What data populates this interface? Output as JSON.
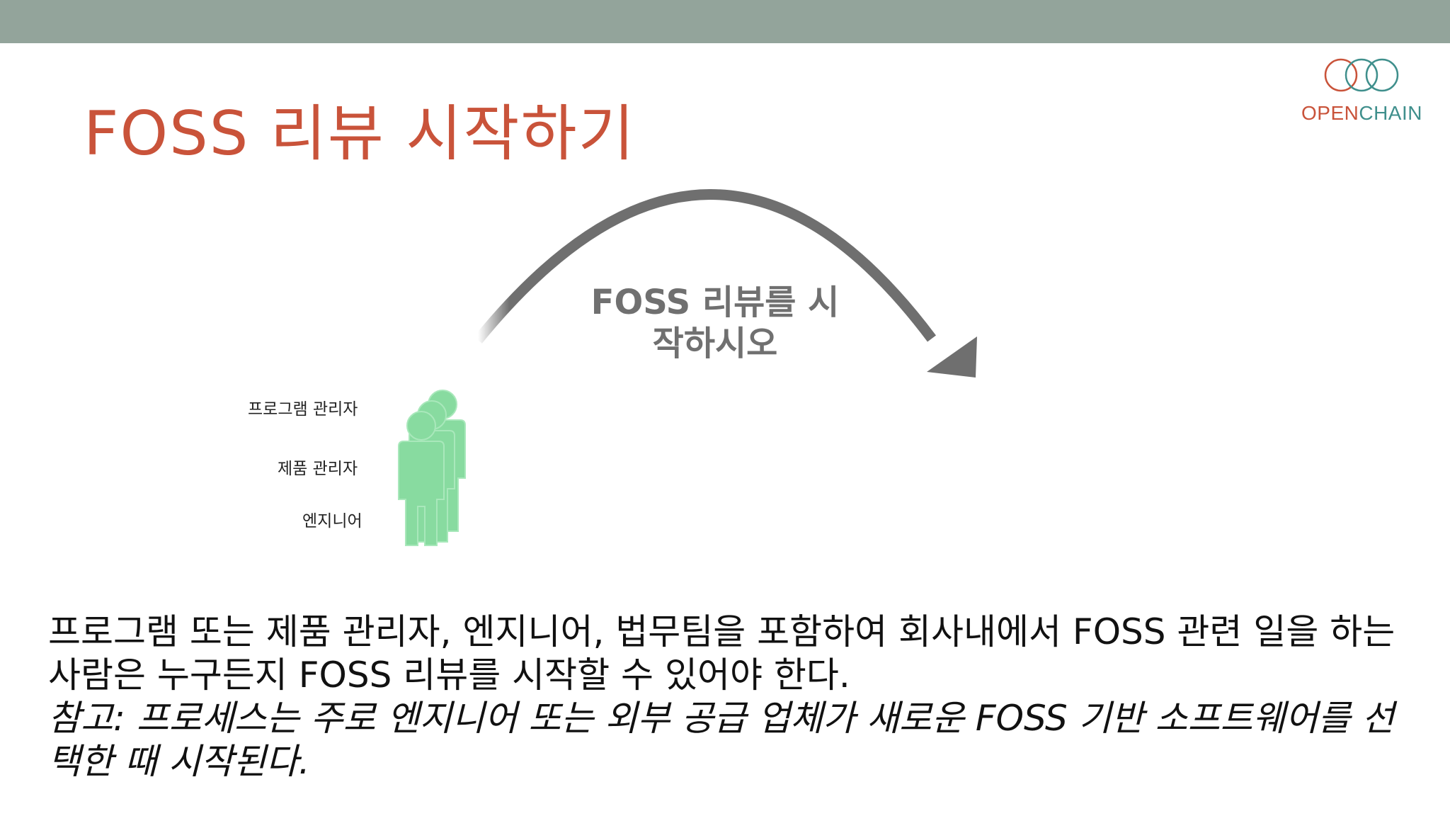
{
  "slide": {
    "title": "FOSS 리뷰 시작하기",
    "logo_text_open": "OPEN",
    "logo_text_chain": "CHAIN",
    "arrow_label": "FOSS 리뷰를 시\n작하시오",
    "roles": [
      "프로그램 관리자",
      "제품 관리자",
      "엔지니어"
    ],
    "body": "프로그램 또는 제품 관리자, 엔지니어, 법무팀을 포함하여 회사내에서 FOSS 관련 일을 하는 사람은 누구든지 FOSS 리뷰를 시작할 수 있어야 한다.",
    "note": "참고: 프로세스는 주로 엔지니어 또는 외부 공급 업체가 새로운 FOSS 기반 소프트웨어를 선택한 때 시작된다."
  },
  "colors": {
    "top_bar": "#93a49b",
    "title": "#c9533a",
    "arrow": "#6f6f6f",
    "people": "#88dba0",
    "logo_open": "#c9533a",
    "logo_chain": "#3f8f8c"
  }
}
